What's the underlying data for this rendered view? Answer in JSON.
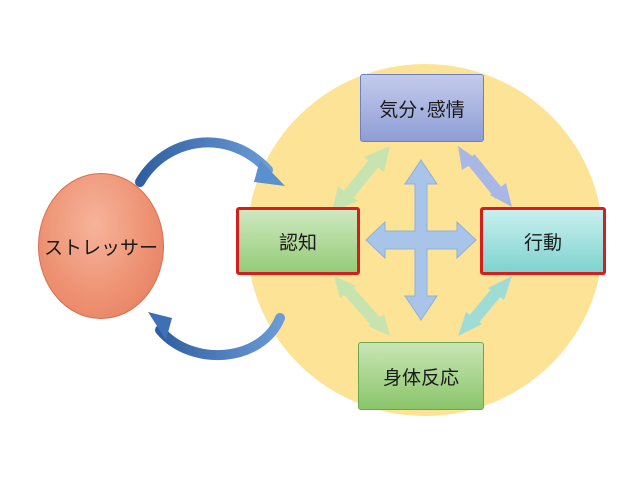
{
  "diagram": {
    "nodes": {
      "stressor": "ストレッサー",
      "cognition": "認知",
      "emotion": "気分･感情",
      "action": "行動",
      "body": "身体反応"
    },
    "colors": {
      "circle": "#fde396",
      "stressor": "#ee9273",
      "cognition_border": "#d51f1f",
      "emotion": "#8e9dd6",
      "body": "#8ac56a",
      "action": "#7fd3cf",
      "cross_arrow": "#a8c4e8",
      "cycle_arrow": "#4a7fc0"
    }
  }
}
